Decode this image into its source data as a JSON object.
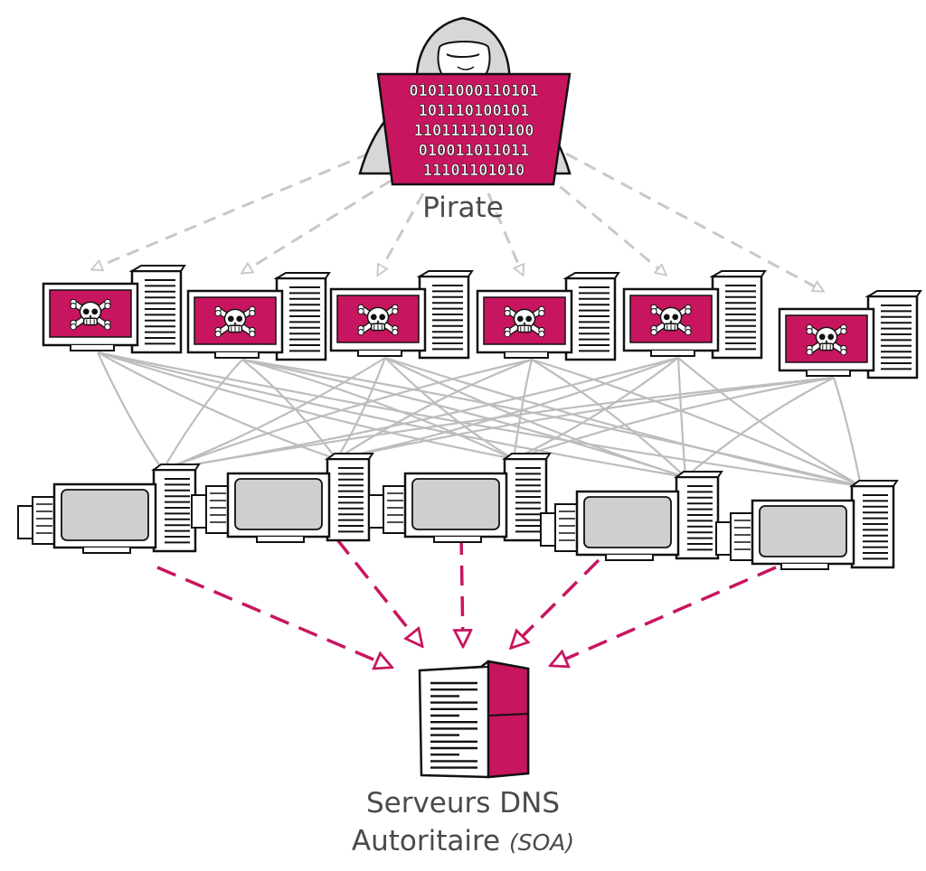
{
  "attacker": {
    "label": "Pirate",
    "binary_lines": [
      "01011000110101",
      "101110100101",
      "1101111101100",
      "010011011011",
      "11101101010"
    ]
  },
  "dns_server": {
    "label_line1": "Serveurs DNS",
    "label_line2": "Autoritaire",
    "label_suffix": "(SOA)"
  },
  "infected_hosts": {
    "count": 6,
    "icon": "skull-crossbones-icon"
  },
  "reflector_hosts": {
    "count": 5
  },
  "colors": {
    "accent": "#c8155f",
    "attack_arrow": "#c8155f",
    "control_arrow": "#c8c8c8",
    "mesh_line": "#bdbdbd",
    "screen_gray": "#cfcfcf",
    "hood": "#d7d7d7",
    "outline": "#111111"
  }
}
